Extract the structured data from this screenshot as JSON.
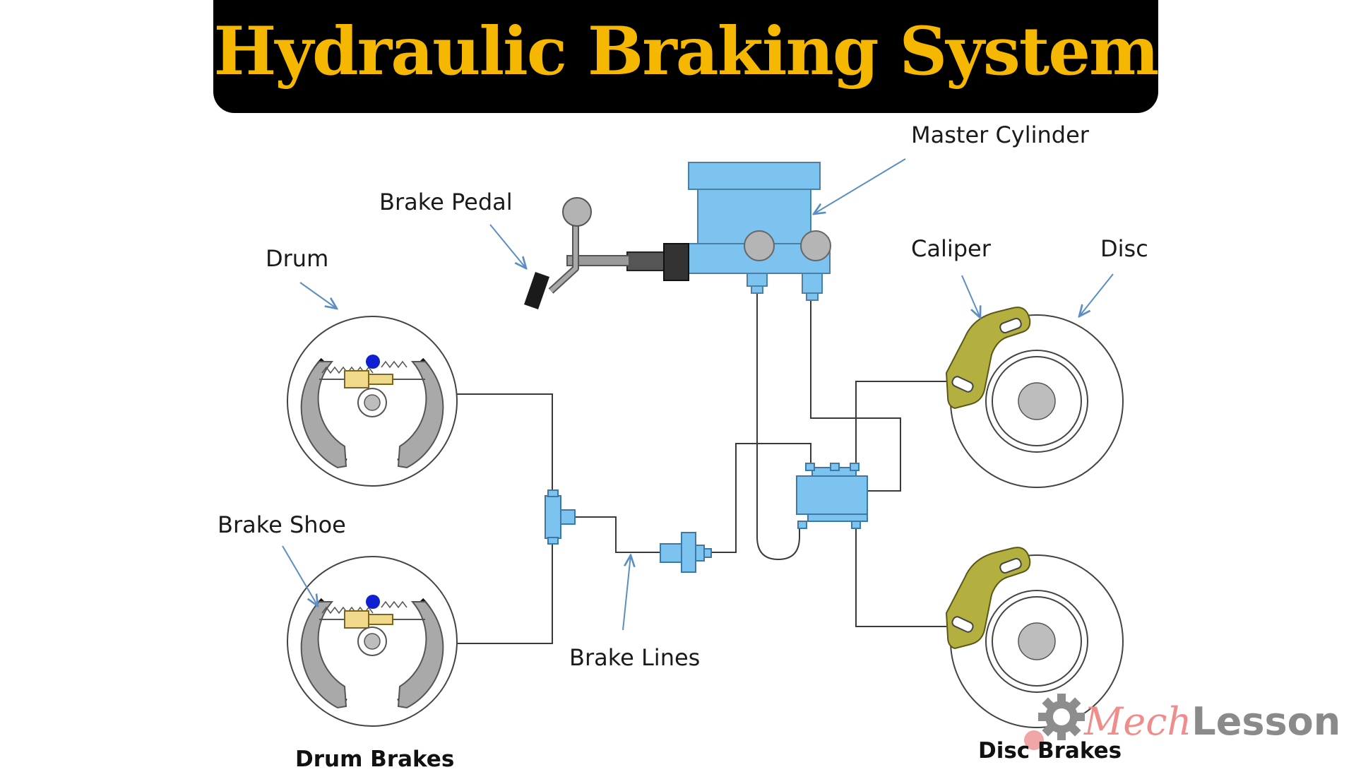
{
  "title": "Hydraulic Braking System",
  "labels": {
    "master_cylinder": "Master Cylinder",
    "brake_pedal": "Brake Pedal",
    "drum": "Drum",
    "caliper": "Caliper",
    "disc": "Disc",
    "brake_shoe": "Brake Shoe",
    "brake_lines": "Brake Lines"
  },
  "sections": {
    "drum_brakes": "Drum Brakes",
    "disc_brakes": "Disc Brakes"
  },
  "watermark": {
    "part1": "Mech",
    "part2": "Lesson"
  },
  "colors": {
    "title_bg": "#000000",
    "title_text": "#f5b700",
    "hydraulic_blue": "#7cc3f0",
    "caliper_olive": "#b4b040",
    "shoe_gray": "#a9a9a9",
    "callout_line": "#5b8ec2"
  }
}
